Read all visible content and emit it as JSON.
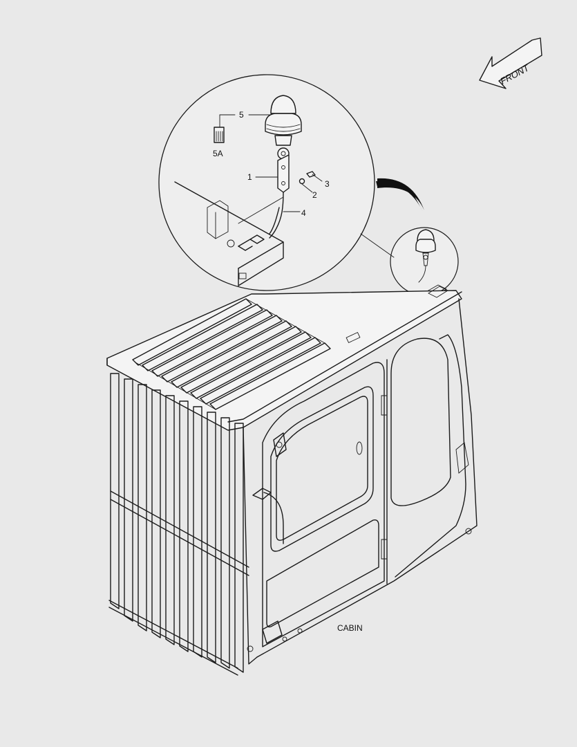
{
  "orientation_label": "FRONT",
  "callouts": [
    {
      "id": "c1",
      "text": "1"
    },
    {
      "id": "c2",
      "text": "2"
    },
    {
      "id": "c3",
      "text": "3"
    },
    {
      "id": "c4",
      "text": "4"
    },
    {
      "id": "c5",
      "text": "5"
    },
    {
      "id": "c5a",
      "text": "5A"
    }
  ],
  "assembly_label": "CABIN"
}
